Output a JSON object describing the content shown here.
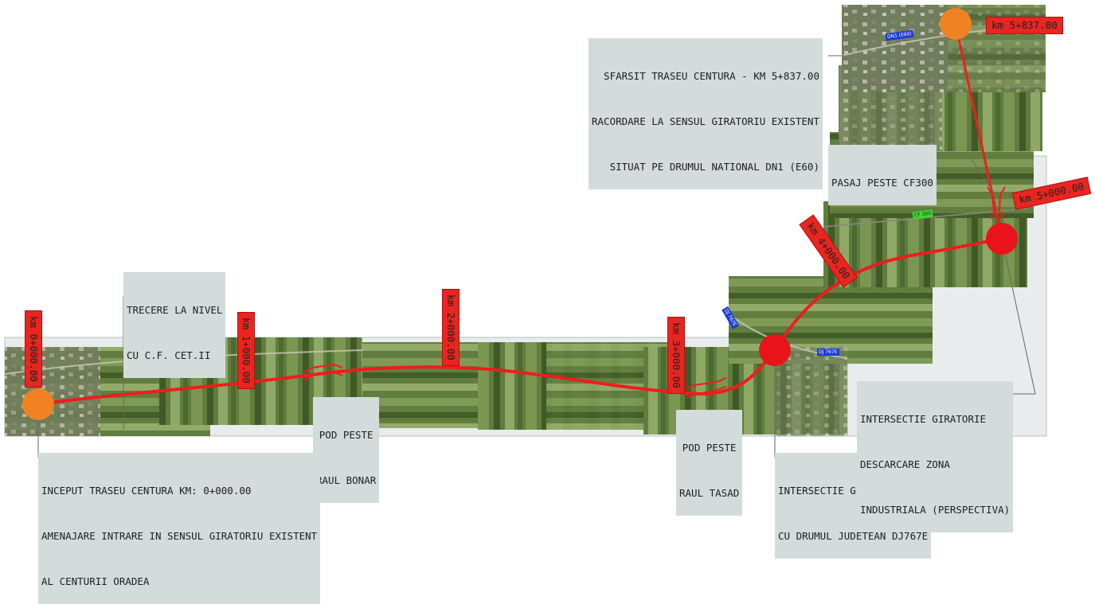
{
  "colors": {
    "route": "#ee1d1d",
    "marker_start_end": "#f08223",
    "marker_roundabout": "#e8141a",
    "label_bg": "#d4dcdb",
    "km_label_bg": "#e8261f",
    "map_field_dark": "#4a6a2e",
    "map_field_light": "#8aa65c",
    "badge_road": "#1a3bd6",
    "badge_rail": "#3adb2c"
  },
  "km_markers": [
    {
      "text": "km 0+000.00"
    },
    {
      "text": "km 1+000.00"
    },
    {
      "text": "km 2+000.00"
    },
    {
      "text": "km 3+000.00"
    },
    {
      "text": "km 4+000.00"
    },
    {
      "text": "km 5+000.00"
    },
    {
      "text": "km 5+837.00"
    }
  ],
  "annotations": {
    "end": [
      "SFARSIT TRASEU CENTURA - KM 5+837.00",
      "RACORDARE LA SENSUL GIRATORIU EXISTENT",
      "SITUAT PE DRUMUL NATIONAL DN1 (E60)"
    ],
    "pasaj": [
      "PASAJ PESTE CF300"
    ],
    "trecere": [
      "TRECERE LA NIVEL",
      "CU C.F. CET.II"
    ],
    "pod_bonar": [
      "POD PESTE",
      "RAUL BONAR"
    ],
    "pod_tasad": [
      "POD PESTE",
      "RAUL TASAD"
    ],
    "inceput": [
      "INCEPUT TRASEU CENTURA KM: 0+000.00",
      "AMENAJARE INTRARE IN SENSUL GIRATORIU EXISTENT",
      "AL CENTURII ORADEA"
    ],
    "intersectie_dj": [
      "INTERSECTIE GIRATORIE",
      "CU DRUMUL JUDETEAN DJ767E"
    ],
    "intersectie_zona": [
      "INTERSECTIE GIRATORIE",
      "DESCARCARE ZONA",
      "INDUSTRIALA (PERSPECTIVA)"
    ]
  },
  "map_tags": {
    "dn1": "DN1 (E60)",
    "dj1": "DJ 767E",
    "dj2": "DJ 767E",
    "cf": "CF 300"
  }
}
